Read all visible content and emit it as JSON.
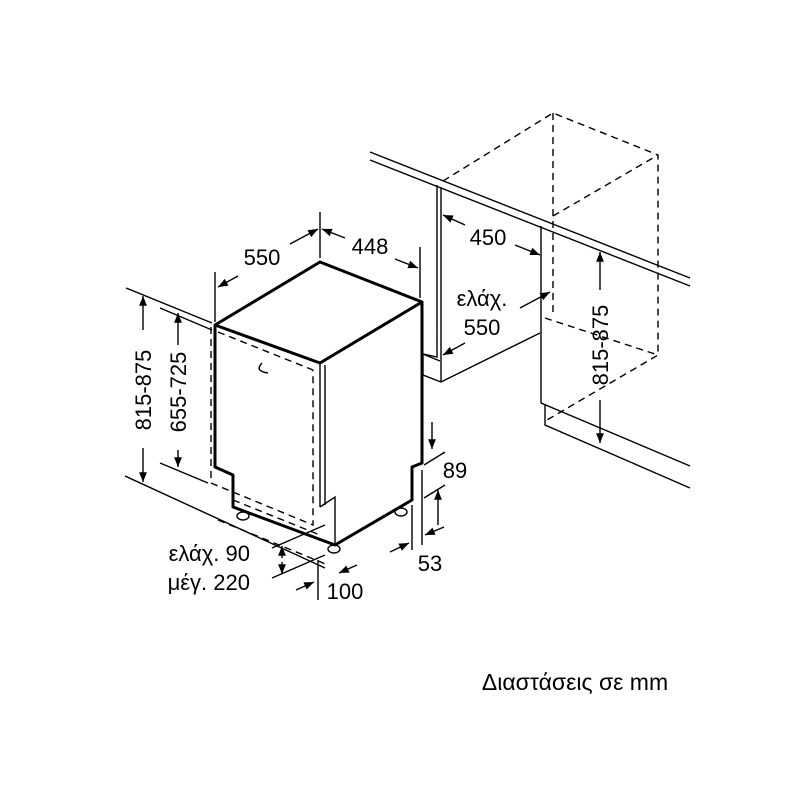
{
  "diagram": {
    "dishwasher": {
      "depth": "550",
      "width": "448",
      "height_total": "815-875",
      "door_height": "655-725",
      "plinth_range": [
        "ελάχ. 90",
        "μέγ. 220"
      ],
      "plinth_setback": "100",
      "foot_height": "89",
      "foot_offset": "53"
    },
    "cabinet": {
      "niche_width": "450",
      "niche_depth": [
        "ελάχ.",
        "550"
      ],
      "niche_height": "815-875"
    },
    "caption": "Διαστάσεις σε mm"
  }
}
